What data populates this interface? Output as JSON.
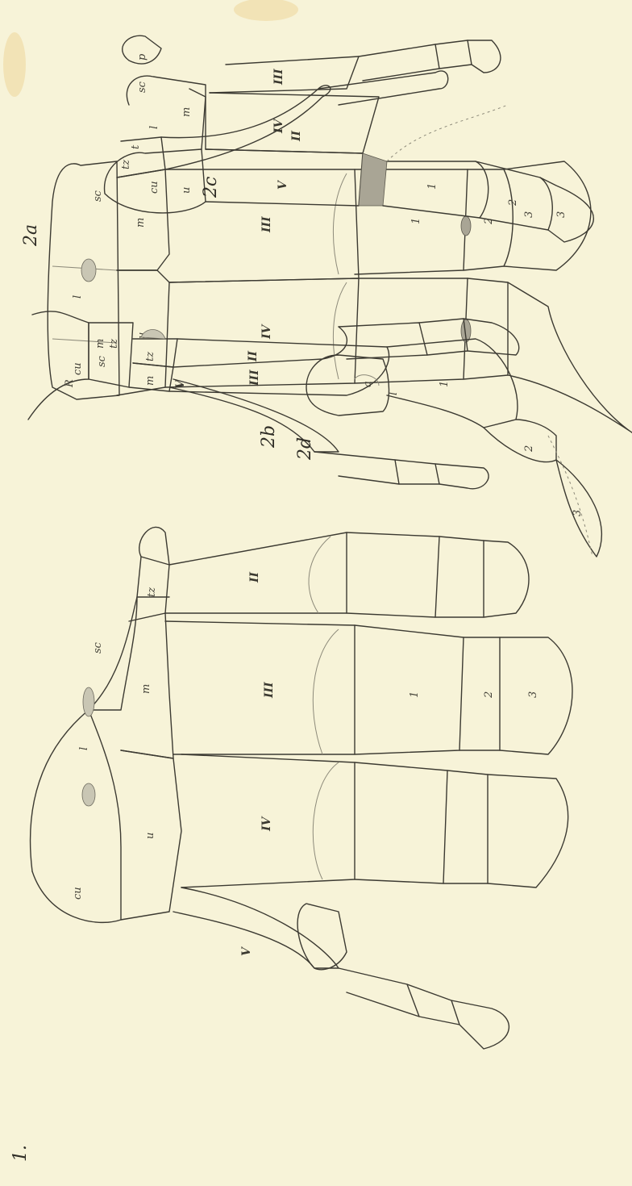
{
  "figures": [
    {
      "id": "1",
      "caption": "1.",
      "labels": {
        "carpals": [
          "cu",
          "l",
          "sc",
          "u",
          "m",
          "tz"
        ],
        "metacarpals": [
          "V",
          "IV",
          "III",
          "II"
        ],
        "phalanges": [
          "1",
          "2",
          "3"
        ]
      }
    },
    {
      "id": "2a",
      "caption": "2a",
      "labels": {
        "carpals": [
          "cu",
          "l",
          "sc",
          "tz",
          "t",
          "u",
          "m"
        ],
        "metacarpals": [
          "V",
          "IV",
          "III",
          "II"
        ],
        "phalanges": [
          "1",
          "2",
          "3"
        ]
      }
    },
    {
      "id": "2b",
      "caption": "2b",
      "labels": {
        "carpals": [
          "R",
          "sc",
          "m",
          "tz",
          "tz",
          "m"
        ],
        "metacarpals": [
          "III",
          "II"
        ],
        "phalanges": [
          "1",
          "2",
          "3"
        ]
      }
    },
    {
      "id": "2c",
      "caption": "2c",
      "labels": {
        "carpals": [
          "p",
          "cu",
          "l",
          "sc",
          "u",
          "m"
        ],
        "metacarpals": [
          "V",
          "IV",
          "III"
        ],
        "phalanges": [
          "1",
          "2",
          "3"
        ]
      }
    },
    {
      "id": "2d",
      "caption": "2d",
      "labels": {
        "carpals": [
          "a",
          "l"
        ]
      }
    }
  ],
  "colors": {
    "paper": "#f7f3d8",
    "ink": "#3c3a32",
    "shade": "#c9c6b4"
  }
}
